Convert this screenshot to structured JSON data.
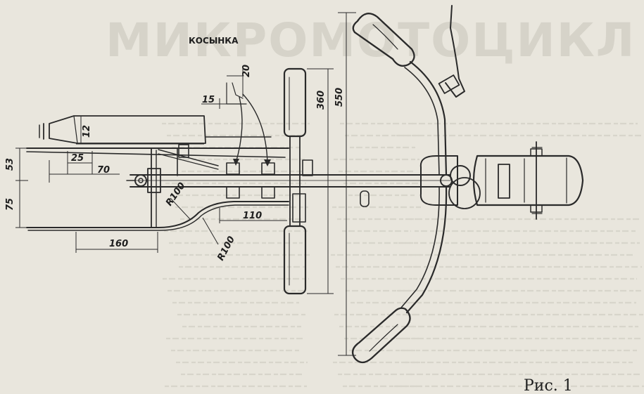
{
  "figure": {
    "label_kosynka": "КОСЫНКА",
    "caption": "Рис. 1",
    "background_heading": "МИКРОМОТОЦИКЛ"
  },
  "dimensions": {
    "d20": "20",
    "d15": "15",
    "d12": "12",
    "d25": "25",
    "d70": "70",
    "d53": "53",
    "d75": "75",
    "dR100a": "R100",
    "dR100b": "R100",
    "d110": "110",
    "d160": "160",
    "d360": "360",
    "d550": "550"
  },
  "colors": {
    "paper": "#e9e6dd",
    "ink": "#2a2a2a"
  }
}
